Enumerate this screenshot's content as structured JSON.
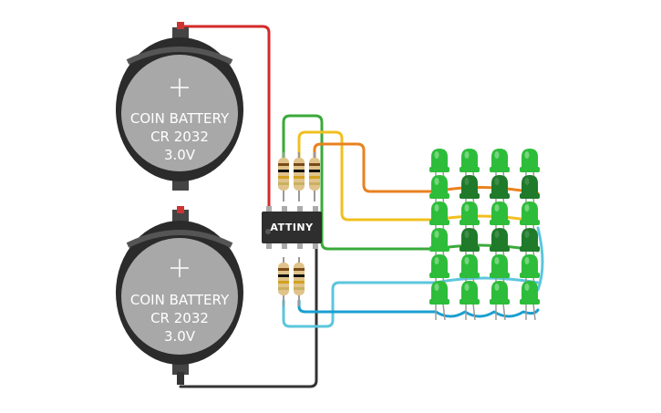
{
  "batteries": [
    {
      "line1": "COIN BATTERY",
      "line2": "CR 2032",
      "line3": "3.0V"
    },
    {
      "line1": "COIN BATTERY",
      "line2": "CR 2032",
      "line3": "3.0V"
    }
  ],
  "chip": {
    "label": "ATTINY"
  },
  "colors": {
    "wire_red": "#d42a2a",
    "wire_black": "#333333",
    "wire_green": "#3aaa3a",
    "wire_yellow": "#f0c020",
    "wire_orange": "#e8821e",
    "wire_lightblue": "#5cc6dc",
    "wire_blue": "#1a9fd0",
    "led_on": "#2dbd3a",
    "led_dark": "#1f7a2a",
    "battery_body": "#2b2b2b",
    "battery_face": "#a8a8a8",
    "chip_body": "#2e2e2e"
  },
  "leds": {
    "columns": 4,
    "rows": 6,
    "dark_cells": [
      [
        1,
        1
      ],
      [
        2,
        1
      ],
      [
        3,
        1
      ],
      [
        1,
        3
      ],
      [
        2,
        3
      ],
      [
        3,
        3
      ]
    ]
  }
}
